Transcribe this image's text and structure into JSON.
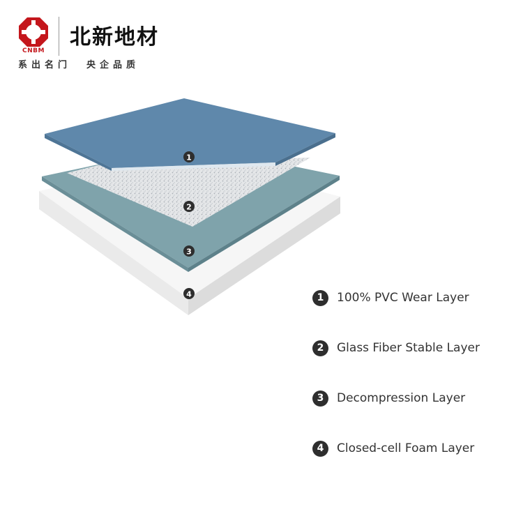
{
  "brand": {
    "logo_caption": "CNBM",
    "name": "北新地材",
    "slogan_left": "系出名门",
    "slogan_right": "央企品质",
    "logo_color": "#c4161c"
  },
  "diagram": {
    "markers": [
      "1",
      "2",
      "3",
      "4"
    ]
  },
  "legend": {
    "items": [
      {
        "number": "1",
        "label": "100% PVC Wear Layer"
      },
      {
        "number": "2",
        "label": "Glass Fiber Stable Layer"
      },
      {
        "number": "3",
        "label": "Decompression Layer"
      },
      {
        "number": "4",
        "label": "Closed-cell  Foam Layer"
      }
    ]
  },
  "colors": {
    "wear_layer": "#5f88ab",
    "glass_fiber": "#e3e6e8",
    "decompression": "#7fa3ab",
    "foam": "#f4f4f4",
    "marker": "#2e2e2e"
  }
}
